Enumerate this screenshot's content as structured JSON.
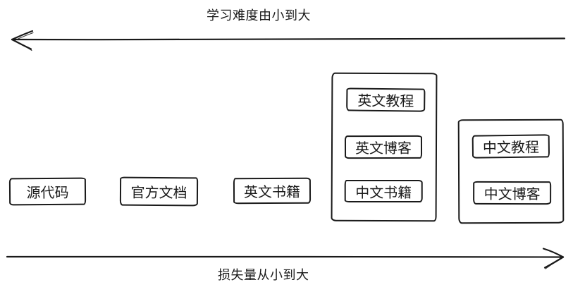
{
  "colors": {
    "stroke": "#1a1a1a",
    "background": "#ffffff"
  },
  "axes": {
    "top": {
      "label": "学习难度由小到大",
      "direction": "left"
    },
    "bottom": {
      "label": "损失量从小到大",
      "direction": "right"
    }
  },
  "nodes": [
    {
      "label": "源代码"
    },
    {
      "label": "官方文档"
    },
    {
      "label": "英文书籍"
    }
  ],
  "groups": [
    {
      "items": [
        {
          "label": "英文教程"
        },
        {
          "label": "英文博客"
        },
        {
          "label": "中文书籍"
        }
      ]
    },
    {
      "items": [
        {
          "label": "中文教程"
        },
        {
          "label": "中文博客"
        }
      ]
    }
  ]
}
